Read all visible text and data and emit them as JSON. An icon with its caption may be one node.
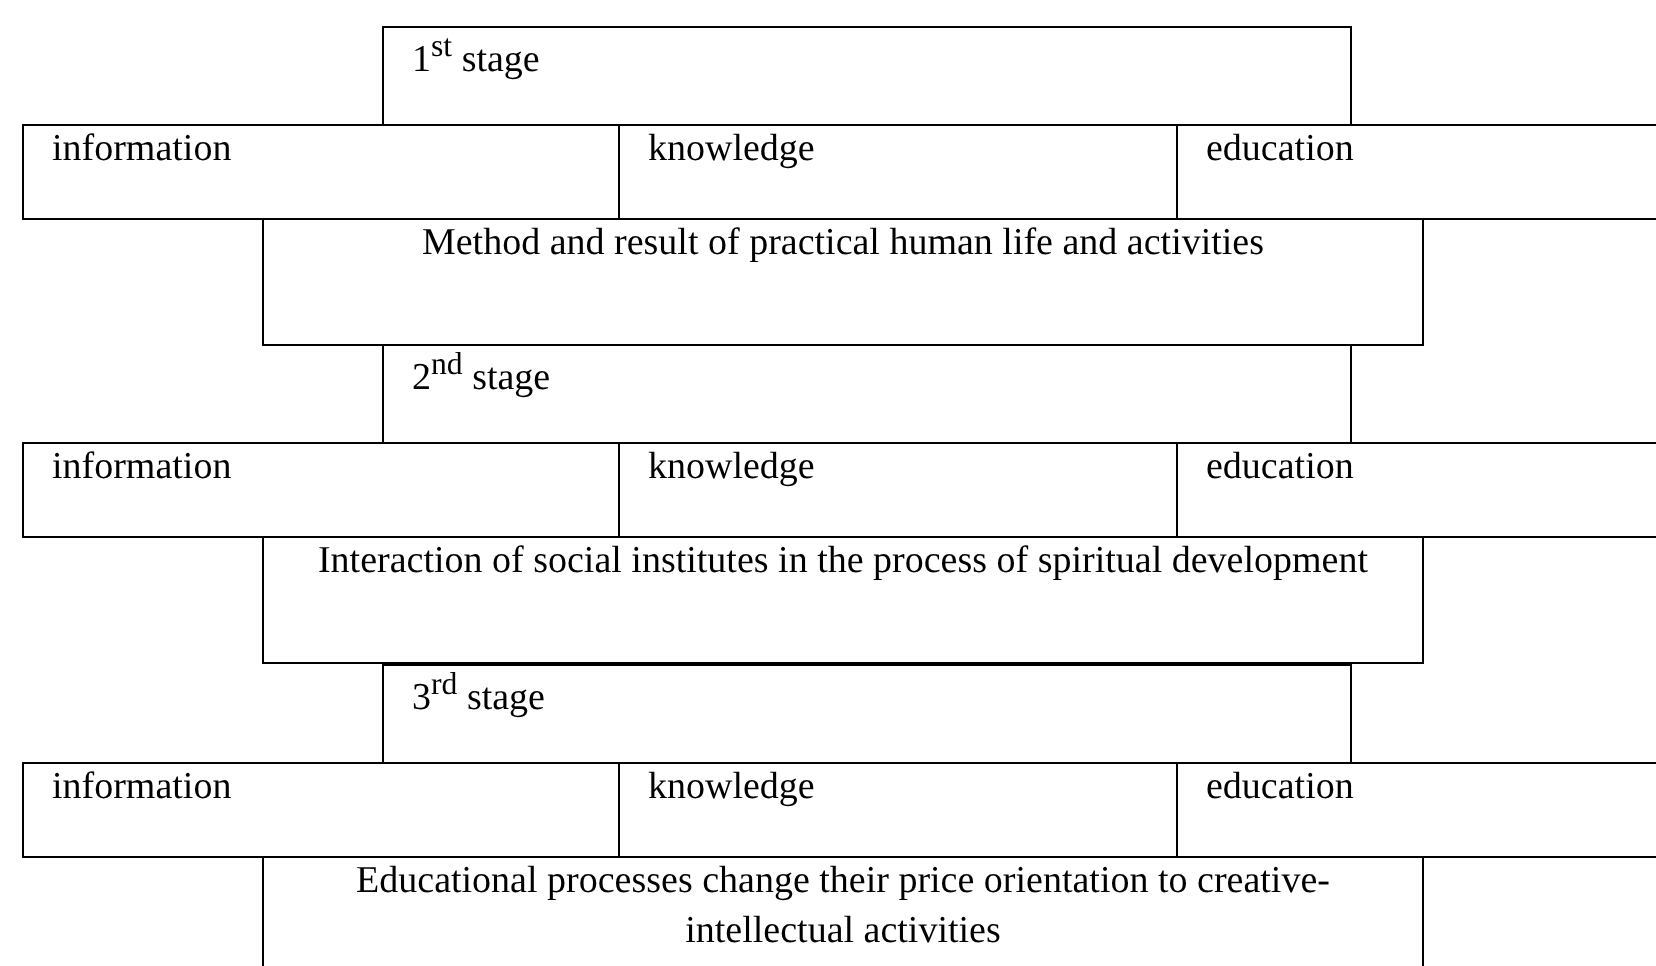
{
  "diagram": {
    "nodes": [
      {
        "text": [
          "1$^{st}$ stage"
        ]
      },
      {
        "text": [
          "information"
        ]
      },
      {
        "text": [
          "knowledge"
        ]
      },
      {
        "text": [
          "education"
        ]
      },
      {
        "text": [
          "Method and result of practical human life and activities"
        ]
      },
      {
        "text": [
          "2$^{nd}$ stage"
        ]
      },
      {
        "text": [
          "information"
        ]
      },
      {
        "text": [
          "knowledge"
        ]
      },
      {
        "text": [
          "education"
        ]
      },
      {
        "text": [
          "Interaction of social institutes in the process of spiritual development"
        ]
      },
      {
        "text": [
          "3$^{rd}$ stage"
        ]
      },
      {
        "text": [
          "information"
        ]
      },
      {
        "text": [
          "knowledge"
        ]
      },
      {
        "text": [
          "education"
        ]
      },
      {
        "text": [
          "Educational processes change their price orientation to creative-intellectual activities"
        ]
      }
    ]
  }
}
